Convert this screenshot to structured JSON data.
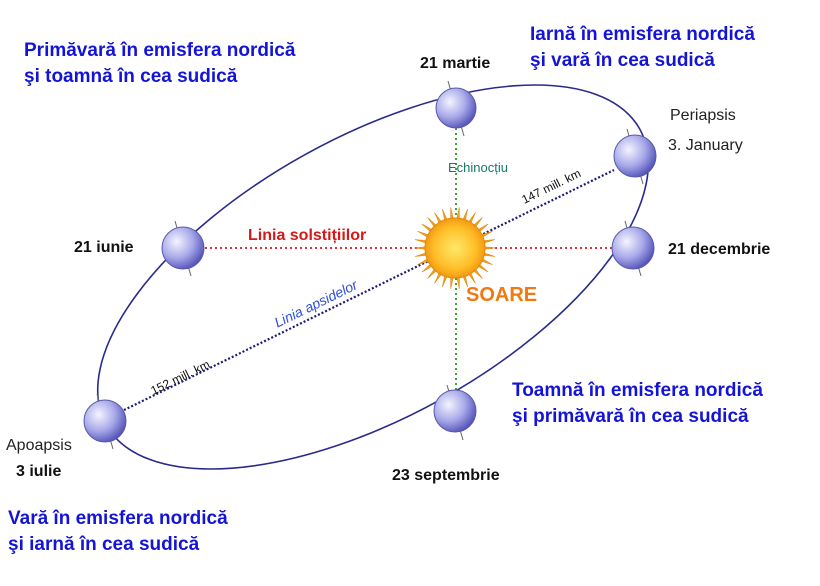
{
  "seasons": {
    "spring_north": "Primăvară în emisfera nordică",
    "spring_north_2": "şi toamnă în cea sudică",
    "winter_north": "Iarnă în emisfera nordică",
    "winter_north_2": "şi vară în cea sudică",
    "autumn_north": "Toamnă în emisfera nordică",
    "autumn_north_2": "şi primăvară în cea sudică",
    "summer_north": "Vară în emisfera nordică",
    "summer_north_2": "şi iarnă în cea sudică"
  },
  "dates": {
    "march": "21 martie",
    "june": "21 iunie",
    "december": "21 decembrie",
    "september": "23 septembrie",
    "july": "3 iulie"
  },
  "apsides": {
    "periapsis": "Periapsis",
    "periapsis_date": "3. January",
    "apoapsis": "Apoapsis",
    "perihelion_distance": "147 mill. km",
    "aphelion_distance": "152 mill. km"
  },
  "lines": {
    "equinox": "Echinocțiu",
    "solstice": "Linia solstițiilor",
    "apsides": "Linia apsidelor"
  },
  "sun": {
    "label": "SOARE"
  },
  "colors": {
    "season_text": "#1414d6",
    "orbit": "#2a2a8c",
    "solstice_line": "#e03030",
    "equinox_line": "#3aa52f",
    "apsides_line": "#1a1a7a",
    "sun_label": "#f07a10",
    "solstice_label": "#d81818",
    "equinox_label": "#137a6a",
    "apsides_label": "#2e4fd8"
  }
}
